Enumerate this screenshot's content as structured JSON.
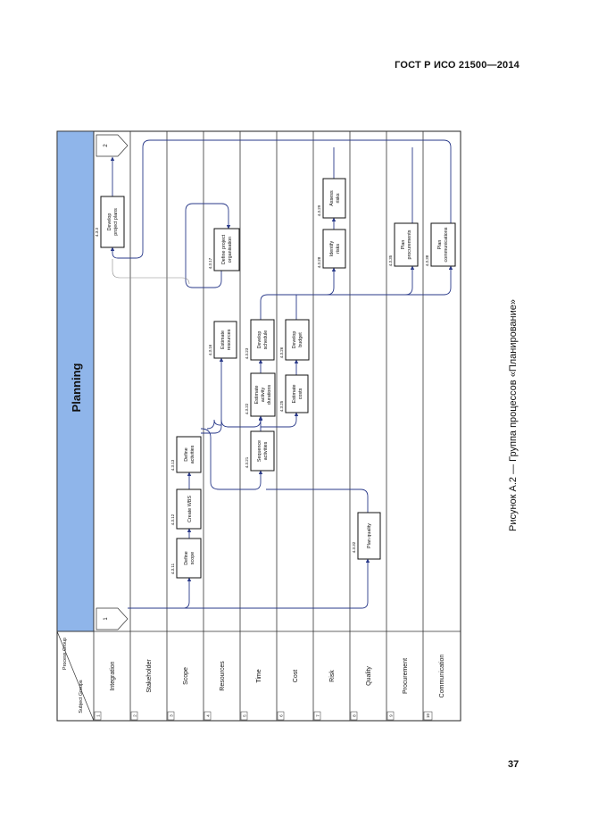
{
  "header": {
    "standard": "ГОСТ Р ИСО 21500—2014"
  },
  "diagram": {
    "title": "Planning",
    "corner": {
      "process_group": "Process Group",
      "subject_groups": "Subject Groups"
    },
    "lanes": [
      {
        "num": "1",
        "label": "Integration"
      },
      {
        "num": "2",
        "label": "Stakeholder"
      },
      {
        "num": "3",
        "label": "Scope"
      },
      {
        "num": "4",
        "label": "Resources"
      },
      {
        "num": "5",
        "label": "Time"
      },
      {
        "num": "6",
        "label": "Cost"
      },
      {
        "num": "7",
        "label": "Risk"
      },
      {
        "num": "8",
        "label": "Quality"
      },
      {
        "num": "9",
        "label": "Procurement"
      },
      {
        "num": "10",
        "label": "Communication"
      }
    ],
    "connectors": {
      "in": "1",
      "out": "2"
    },
    "processes": [
      {
        "id": "4.3.3",
        "lines": [
          "Develop",
          "project plans"
        ]
      },
      {
        "id": "4.3.11",
        "lines": [
          "Define",
          "scope"
        ]
      },
      {
        "id": "4.3.12",
        "lines": [
          "Create WBS"
        ]
      },
      {
        "id": "4.3.13",
        "lines": [
          "Define",
          "activities"
        ]
      },
      {
        "id": "4.3.17",
        "lines": [
          "Define project",
          "organisation"
        ]
      },
      {
        "id": "4.3.16",
        "lines": [
          "Estimate",
          "resources"
        ]
      },
      {
        "id": "4.3.21",
        "lines": [
          "Sequence",
          "activities"
        ]
      },
      {
        "id": "4.3.22",
        "lines": [
          "Estimate",
          "activity",
          "durations"
        ]
      },
      {
        "id": "4.3.23",
        "lines": [
          "Develop",
          "schedule"
        ]
      },
      {
        "id": "4.3.25",
        "lines": [
          "Estimate",
          "costs"
        ]
      },
      {
        "id": "4.3.26",
        "lines": [
          "Develop",
          "budget"
        ]
      },
      {
        "id": "4.3.28",
        "lines": [
          "Identify",
          "risks"
        ]
      },
      {
        "id": "4.3.29",
        "lines": [
          "Assess",
          "risks"
        ]
      },
      {
        "id": "4.3.32",
        "lines": [
          "Plan quality"
        ]
      },
      {
        "id": "4.3.35",
        "lines": [
          "Plan",
          "procurements"
        ]
      },
      {
        "id": "4.3.38",
        "lines": [
          "Plan",
          "communications"
        ]
      }
    ]
  },
  "caption": "Рисунок А.2 — Группа процессов «Планирование»",
  "page_number": "37"
}
